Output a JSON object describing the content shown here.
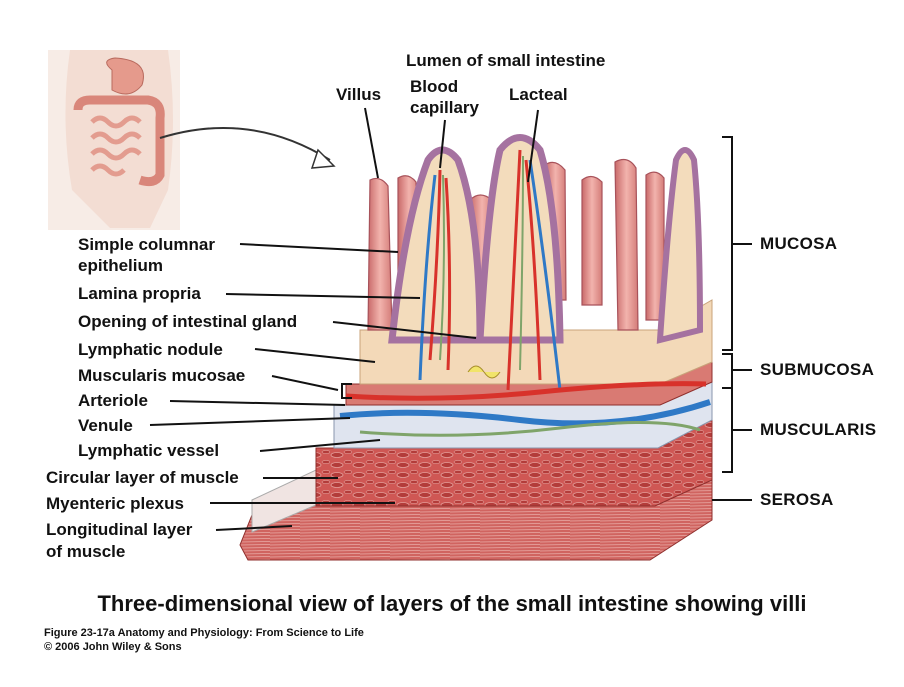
{
  "top_labels": {
    "lumen": "Lumen of small intestine",
    "villus": "Villus",
    "blood_capillary_1": "Blood",
    "blood_capillary_2": "capillary",
    "lacteal": "Lacteal"
  },
  "left_labels": {
    "simple_columnar_1": "Simple columnar",
    "simple_columnar_2": "epithelium",
    "lamina_propria": "Lamina propria",
    "opening_gland": "Opening of intestinal gland",
    "lymphatic_nodule": "Lymphatic nodule",
    "muscularis_mucosae": "Muscularis mucosae",
    "arteriole": "Arteriole",
    "venule": "Venule",
    "lymphatic_vessel": "Lymphatic vessel",
    "circular_muscle": "Circular layer of muscle",
    "myenteric_plexus": "Myenteric plexus",
    "longitudinal_1": "Longitudinal layer",
    "longitudinal_2": "of muscle"
  },
  "region_labels": {
    "mucosa": "MUCOSA",
    "submucosa": "SUBMUCOSA",
    "muscularis": "MUSCULARIS",
    "serosa": "SEROSA"
  },
  "caption": {
    "title": "Three-dimensional view of layers of the small intestine showing villi",
    "credit_line1": "Figure 23-17a  Anatomy and Physiology: From Science to Life",
    "credit_line2": "© 2006 John Wiley & Sons"
  },
  "colors": {
    "villus": "#e89a9a",
    "villus_dark": "#c96a6a",
    "epithelium": "#b58aa8",
    "lamina": "#f4d9b8",
    "muscle": "#c94a48",
    "submucosa": "#dde3f0",
    "artery": "#d8322b",
    "vein": "#2f79c6",
    "lymph": "#7fa46a"
  }
}
